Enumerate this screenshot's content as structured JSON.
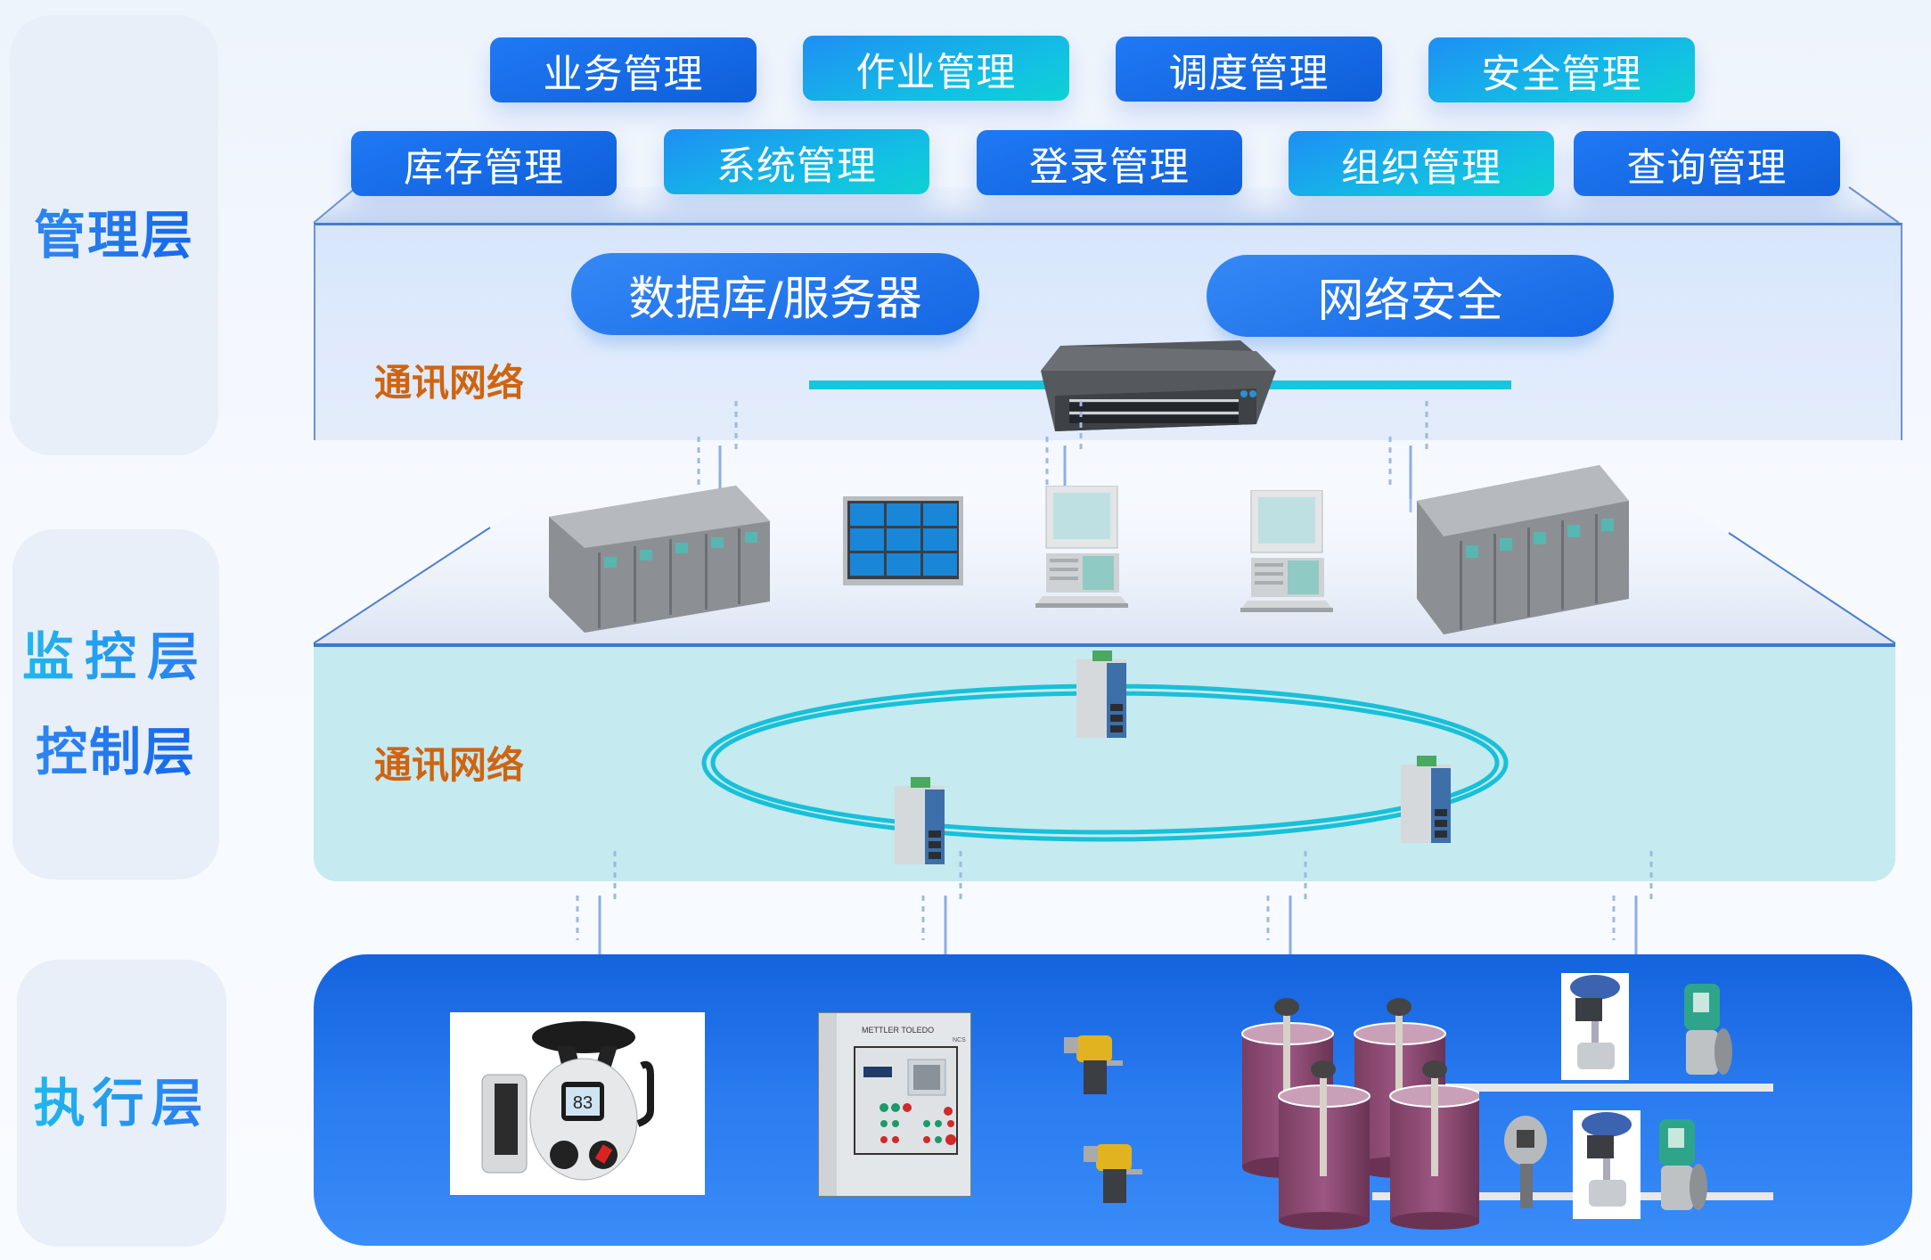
{
  "layers": {
    "management": {
      "label": "管理层"
    },
    "monitoring": {
      "label": "监控层"
    },
    "control": {
      "label": "控制层"
    },
    "execution": {
      "label": "执行层"
    }
  },
  "management_modules": {
    "row1": [
      {
        "label": "业务管理",
        "style": "dark"
      },
      {
        "label": "作业管理",
        "style": "cyan"
      },
      {
        "label": "调度管理",
        "style": "dark"
      },
      {
        "label": "安全管理",
        "style": "cyan"
      }
    ],
    "row2": [
      {
        "label": "库存管理",
        "style": "dark"
      },
      {
        "label": "系统管理",
        "style": "cyan"
      },
      {
        "label": "登录管理",
        "style": "dark"
      },
      {
        "label": "组织管理",
        "style": "cyan"
      },
      {
        "label": "查询管理",
        "style": "dark"
      }
    ]
  },
  "management_core": {
    "database_server": "数据库/服务器",
    "network_security": "网络安全",
    "network_label": "通讯网络",
    "core_switch": "core-switch"
  },
  "monitoring_devices": [
    {
      "type": "plc-rack"
    },
    {
      "type": "video-wall"
    },
    {
      "type": "workstation"
    },
    {
      "type": "workstation"
    },
    {
      "type": "plc-rack"
    }
  ],
  "control_network": {
    "label": "通讯网络",
    "topology": "ring",
    "switches": 3
  },
  "execution_devices": {
    "actuator_display": "83",
    "cabinet_brand": "METTLER TOLEDO",
    "cabinet_model": "NCS",
    "items": [
      "electric-actuator",
      "control-cabinet",
      "gas-detector",
      "gas-detector",
      "radar-level-tank",
      "radar-level-tank",
      "radar-level-tank",
      "radar-level-tank",
      "control-valve",
      "control-valve",
      "flowmeter",
      "flowmeter",
      "pressure-transmitter"
    ]
  },
  "colors": {
    "primary_blue": "#1566e4",
    "cyan": "#12c2e2",
    "network_label": "#cf6410",
    "control_bg": "#c5eaf0",
    "tank": "#8a4a6e"
  }
}
